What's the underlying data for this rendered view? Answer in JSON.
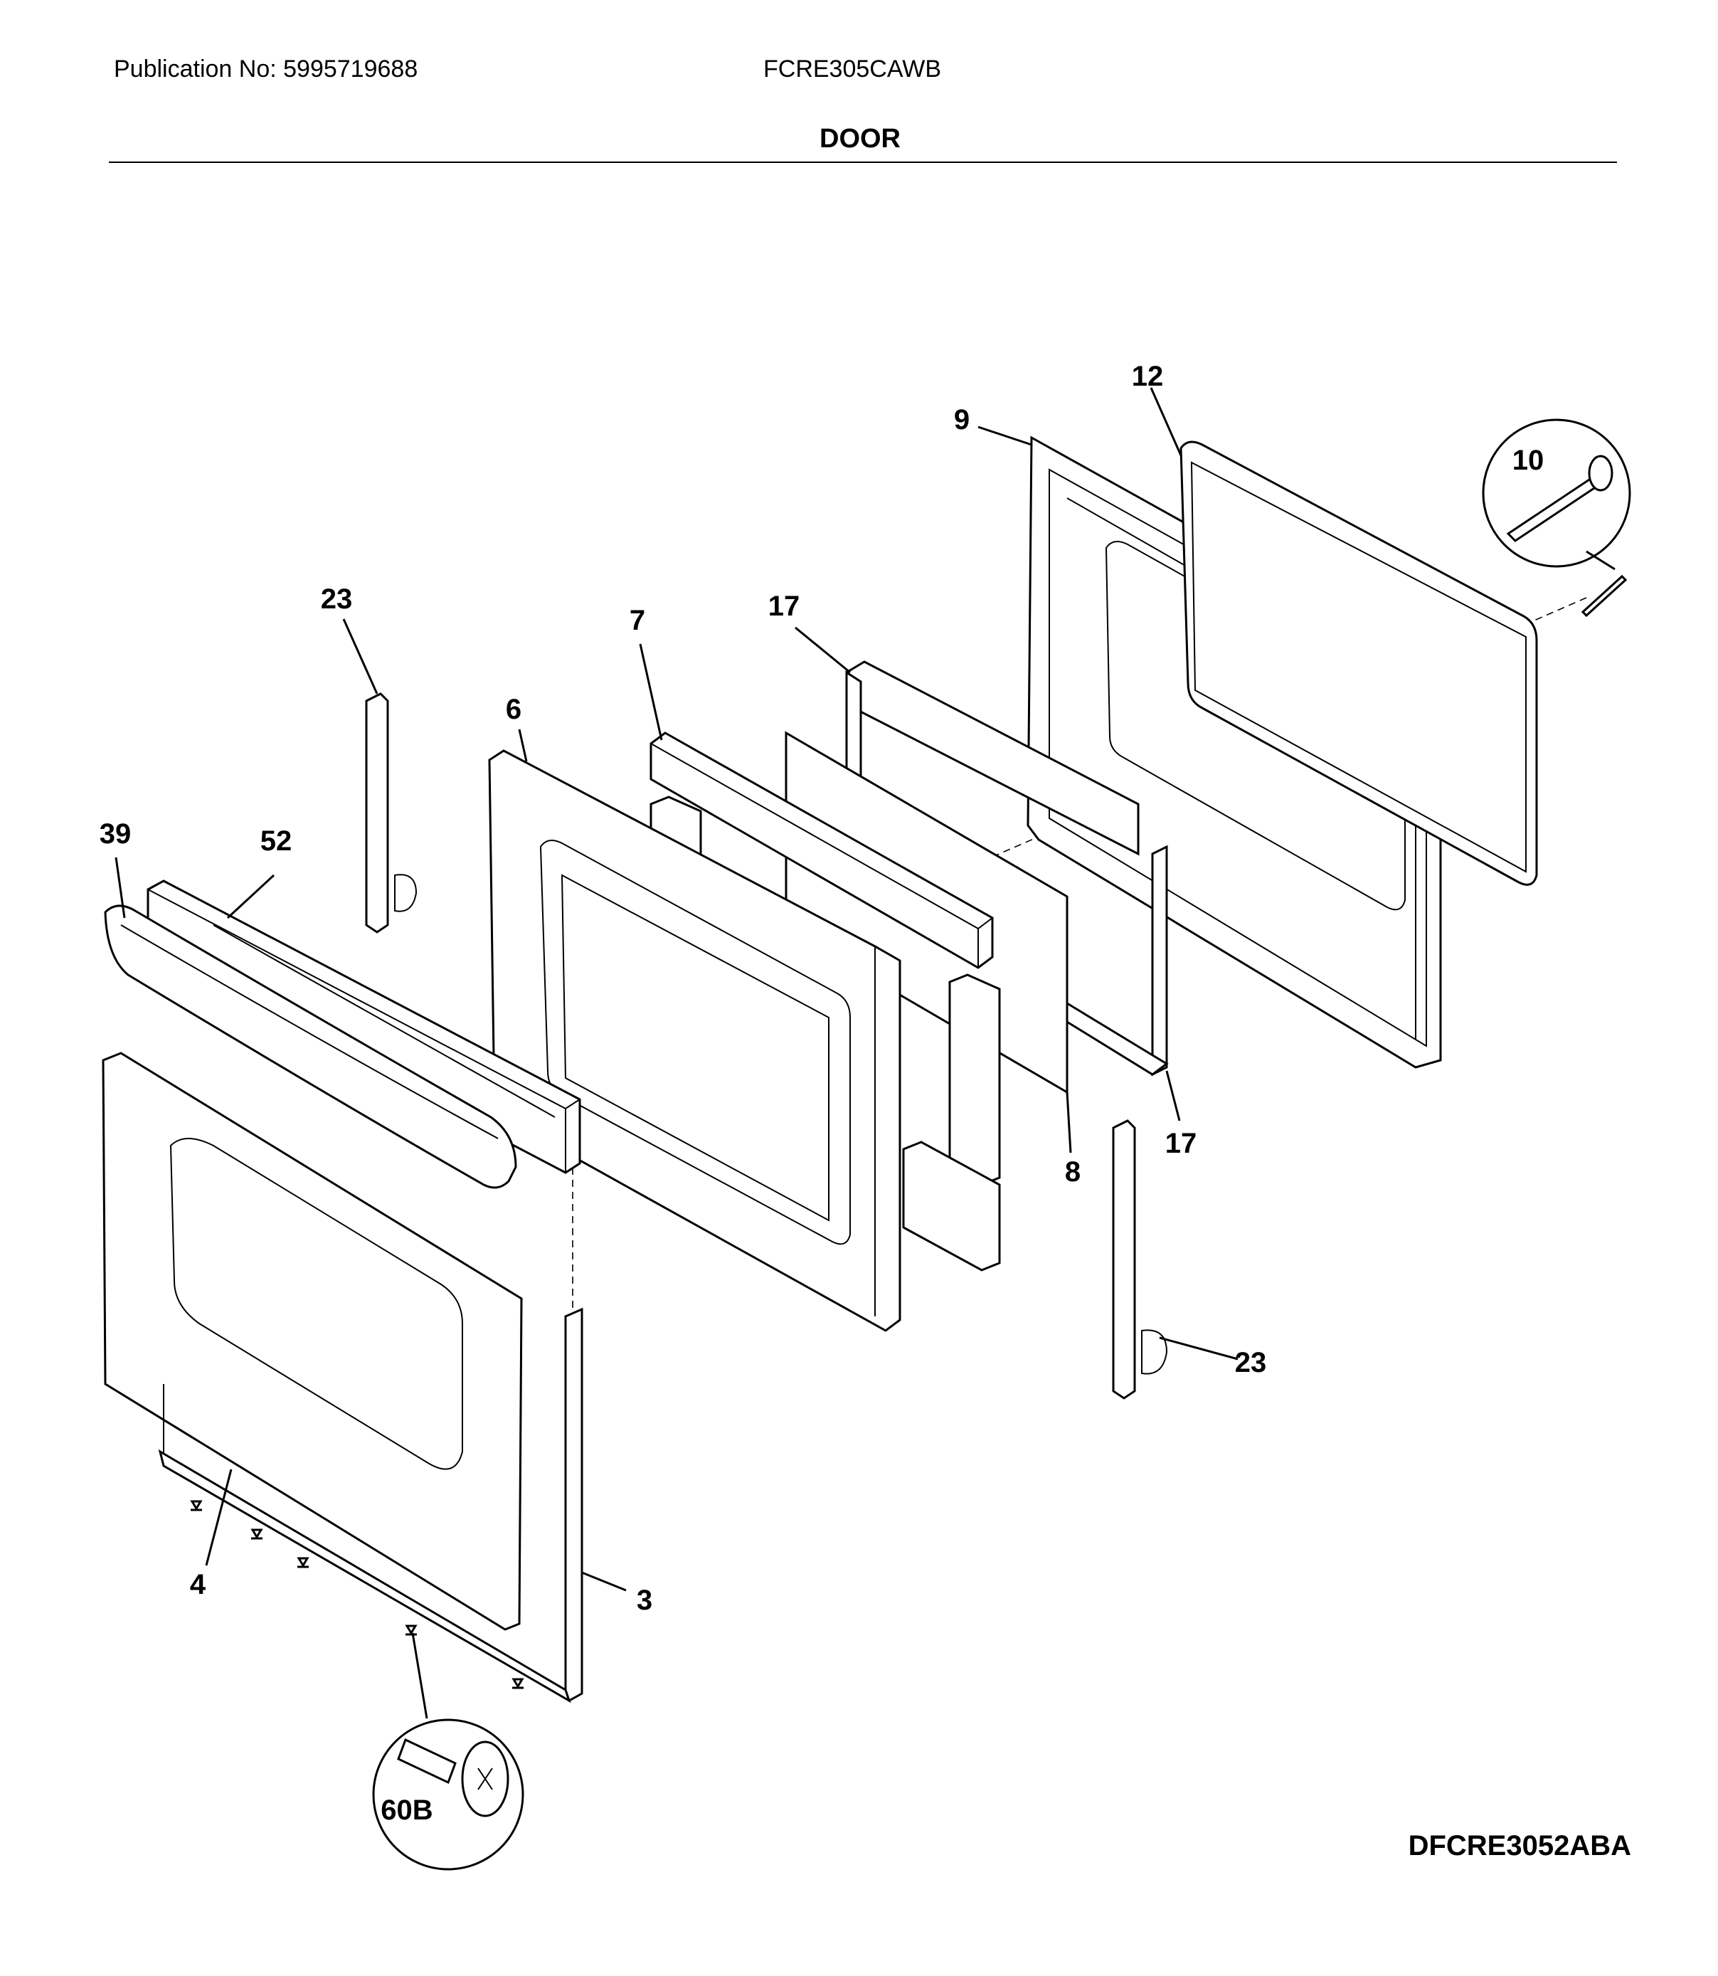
{
  "header": {
    "publication": "Publication No: 5995719688",
    "model": "FCRE305CAWB",
    "section_title": "DOOR"
  },
  "diagram_code": "DFCRE3052ABA",
  "callouts": {
    "c12": "12",
    "c9": "9",
    "c10": "10",
    "c23a": "23",
    "c7": "7",
    "c17a": "17",
    "c6": "6",
    "c39": "39",
    "c52": "52",
    "c8": "8",
    "c17b": "17",
    "c23b": "23",
    "c4": "4",
    "c3": "3",
    "c60b": "60B"
  }
}
